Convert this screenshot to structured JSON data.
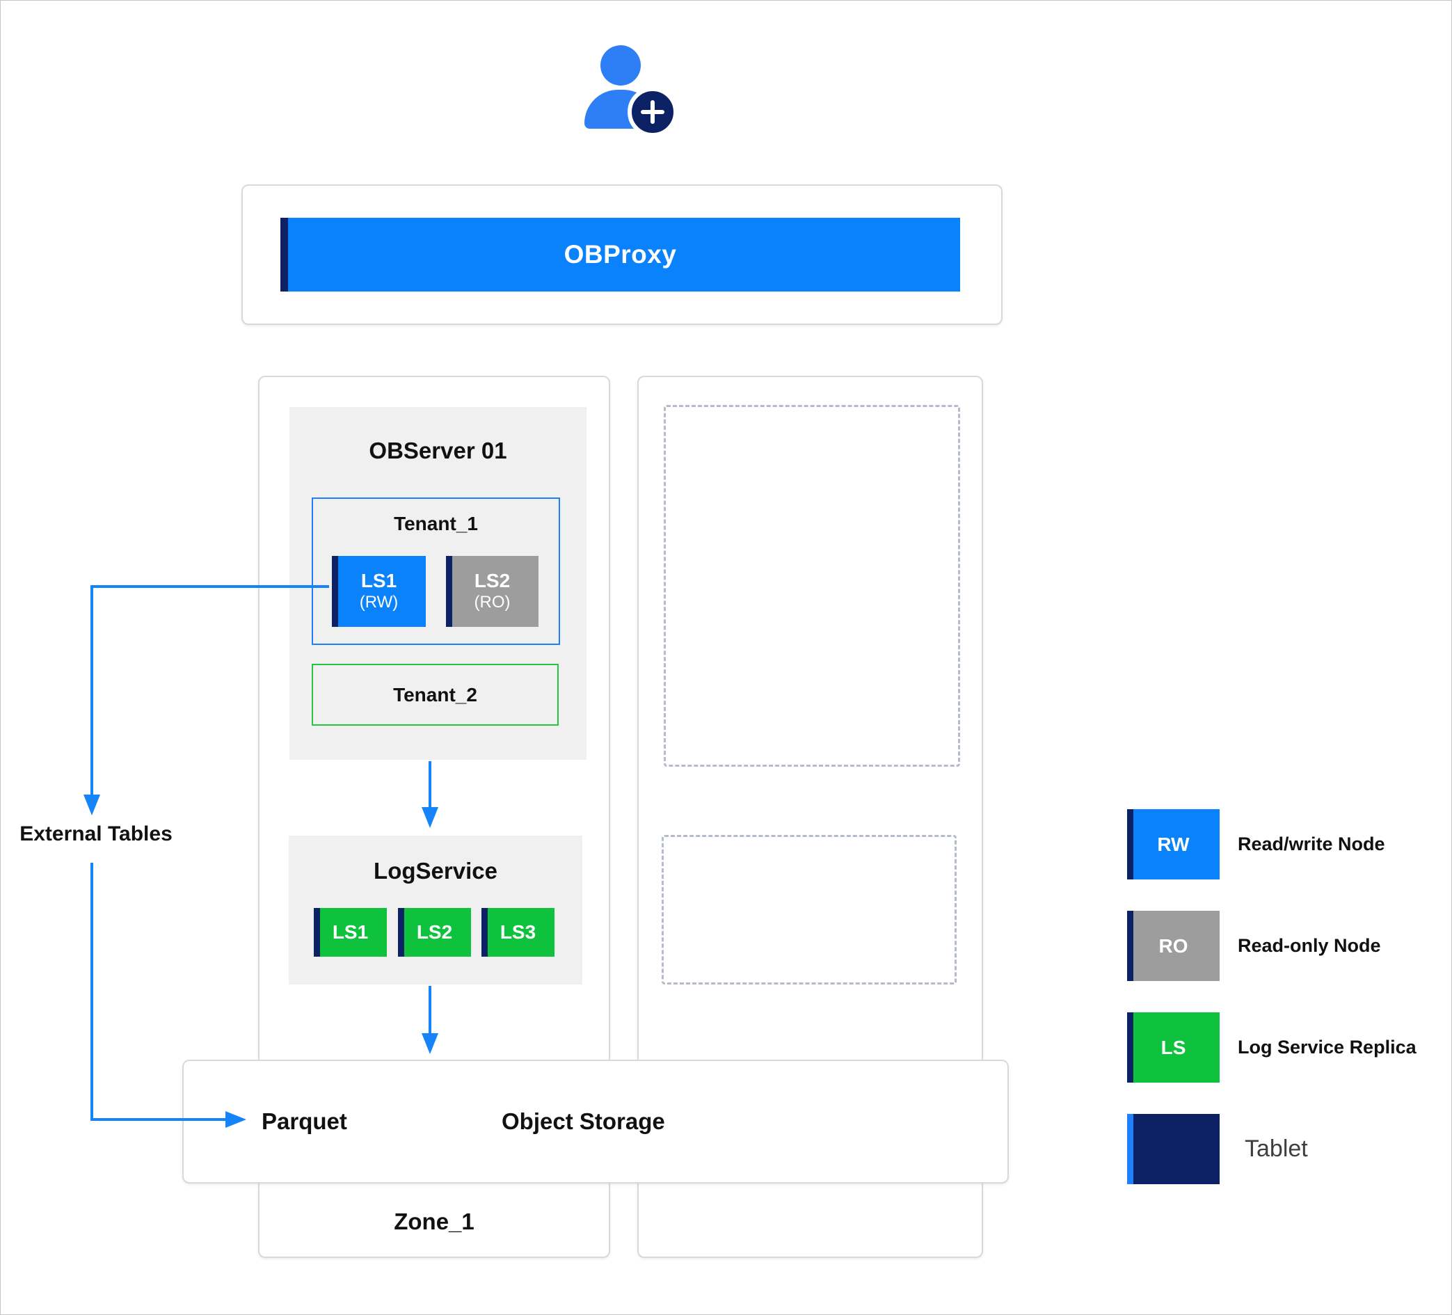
{
  "obproxy": {
    "label": "OBProxy"
  },
  "zone1": {
    "label": "Zone_1",
    "observer": {
      "title": "OBServer 01",
      "tenant1": {
        "title": "Tenant_1",
        "nodes": [
          {
            "label": "LS1",
            "sub": "(RW)",
            "type": "rw"
          },
          {
            "label": "LS2",
            "sub": "(RO)",
            "type": "ro"
          }
        ]
      },
      "tenant2": {
        "title": "Tenant_2"
      }
    },
    "logservice": {
      "title": "LogService",
      "replicas": [
        "LS1",
        "LS2",
        "LS3"
      ]
    }
  },
  "zone2": {
    "placeholders": 2
  },
  "storage": {
    "parquet_label": "Parquet",
    "title": "Object Storage"
  },
  "external_tables": {
    "label": "External Tables"
  },
  "legend": {
    "items": [
      {
        "key": "RW",
        "label": "Read/write Node",
        "type": "rw"
      },
      {
        "key": "RO",
        "label": "Read-only Node",
        "type": "ro"
      },
      {
        "key": "LS",
        "label": "Log Service Replica",
        "type": "ls"
      },
      {
        "key": "",
        "label": "Tablet",
        "type": "tablet"
      }
    ]
  },
  "icons": {
    "user": "user-add-icon",
    "plus_badge": "plus-badge-icon"
  },
  "colors": {
    "accent_blue": "#0982fb",
    "person_blue": "#2e7ef6",
    "line_blue": "#1584fb",
    "navy": "#0d2264",
    "green_fill": "#0fc23d",
    "green_border": "#25c445",
    "gray_fill": "#9d9d9d",
    "panel_gray": "#f0f0f1",
    "dash_gray": "#b3bcc8",
    "tablet_text_gray": "#3f3f3f"
  }
}
